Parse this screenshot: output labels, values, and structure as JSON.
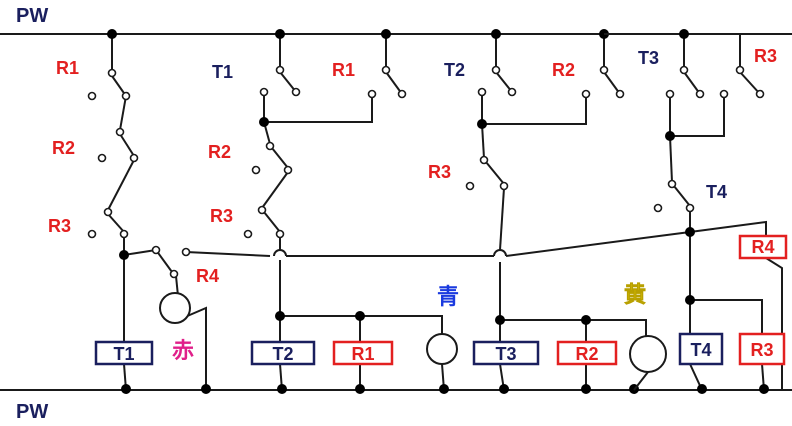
{
  "rails": {
    "top": "PW",
    "bottom": "PW"
  },
  "contact_labels": {
    "r1_a": "R1",
    "t1": "T1",
    "r1_b": "R1",
    "t2": "T2",
    "r2": "R2",
    "t3": "T3",
    "r3_a": "R3",
    "r2_left": "R2",
    "r2_mid": "R2",
    "r3_left": "R3",
    "r3_mid": "R3",
    "r3_right": "R3",
    "r4": "R4",
    "t4": "T4"
  },
  "coils": {
    "t1": "T1",
    "t2": "T2",
    "r1": "R1",
    "t3": "T3",
    "r2": "R2",
    "t4": "T4",
    "r3": "R3",
    "r4": "R4"
  },
  "lamps": {
    "red": "赤",
    "blue": "青",
    "yellow": "黄"
  },
  "colors": {
    "red": "#e32020",
    "navy": "#1a1f5e",
    "blue": "#1a3adf",
    "magenta": "#e0208a",
    "yellow": "#ffe000",
    "wire": "#1a1a1a"
  }
}
